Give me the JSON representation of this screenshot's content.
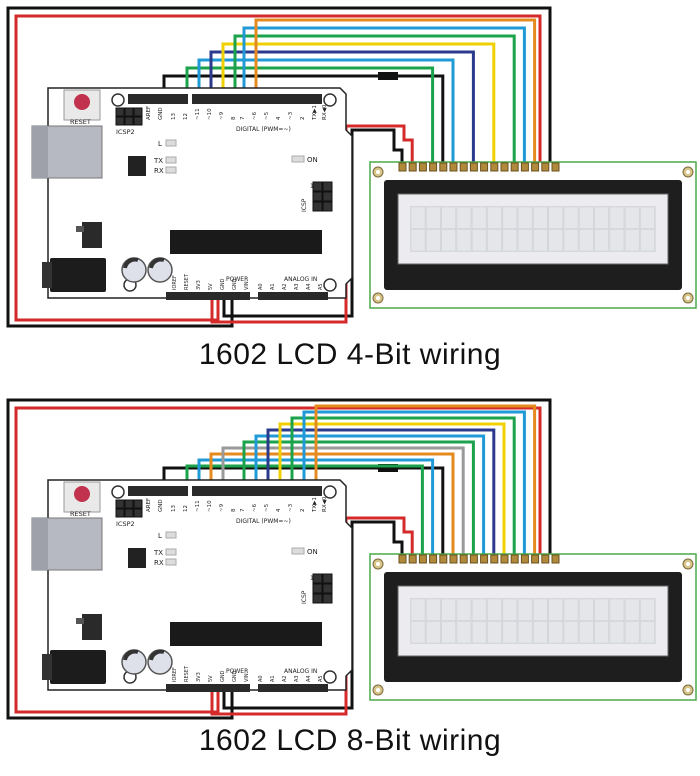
{
  "diagrams": [
    {
      "caption": "1602 LCD 4-Bit wiring",
      "board": {
        "reset_label": "RESET",
        "aref_gnd": [
          "AREF",
          "GND"
        ],
        "digital_pins": [
          "13",
          "12",
          "~11",
          "~10",
          "~9",
          "8",
          "7",
          "~6",
          "~5",
          "4",
          "~3",
          "2",
          "TX▶1",
          "RX◀0"
        ],
        "digital_label": "DIGITAL (PWM=~)",
        "icsp2_label": "ICSP2",
        "l_label": "L",
        "tx_label": "TX",
        "rx_label": "RX",
        "on_label": "ON",
        "icsp_label": "ICSP",
        "icsp_num": "1",
        "power_pins": [
          "IOREF",
          "RESET",
          "3V3",
          "5V",
          "GND",
          "GND",
          "VIN"
        ],
        "power_label": "POWER",
        "analog_pins": [
          "A0",
          "A1",
          "A2",
          "A3",
          "A4",
          "A5"
        ],
        "analog_label": "ANALOG IN"
      }
    },
    {
      "caption": "1602 LCD 8-Bit wiring",
      "board": {
        "reset_label": "RESET",
        "aref_gnd": [
          "AREF",
          "GND"
        ],
        "digital_pins": [
          "13",
          "12",
          "~11",
          "~10",
          "~9",
          "8",
          "7",
          "~6",
          "~5",
          "4",
          "~3",
          "2",
          "TX▶1",
          "RX◀0"
        ],
        "digital_label": "DIGITAL (PWM=~)",
        "icsp2_label": "ICSP2",
        "l_label": "L",
        "tx_label": "TX",
        "rx_label": "RX",
        "on_label": "ON",
        "icsp_label": "ICSP",
        "icsp_num": "1",
        "power_pins": [
          "IOREF",
          "RESET",
          "3V3",
          "5V",
          "GND",
          "GND",
          "VIN"
        ],
        "power_label": "POWER",
        "analog_pins": [
          "A0",
          "A1",
          "A2",
          "A3",
          "A4",
          "A5"
        ],
        "analog_label": "ANALOG IN"
      }
    }
  ],
  "colors": {
    "black_wire": "#111111",
    "red_wire": "#d42a2a",
    "green_wire": "#1aa34a",
    "blue_wire": "#1f9ad6",
    "yellow_wire": "#f0d000",
    "orange_wire": "#e58a1f",
    "navy_wire": "#2b3a8c",
    "gray_wire": "#9a9a9a",
    "lcd_pcb": "#ffffff",
    "lcd_pcb_border": "#4aa84a",
    "lcd_bezel": "#1e1e1e",
    "lcd_glass": "#d9dbe0"
  }
}
